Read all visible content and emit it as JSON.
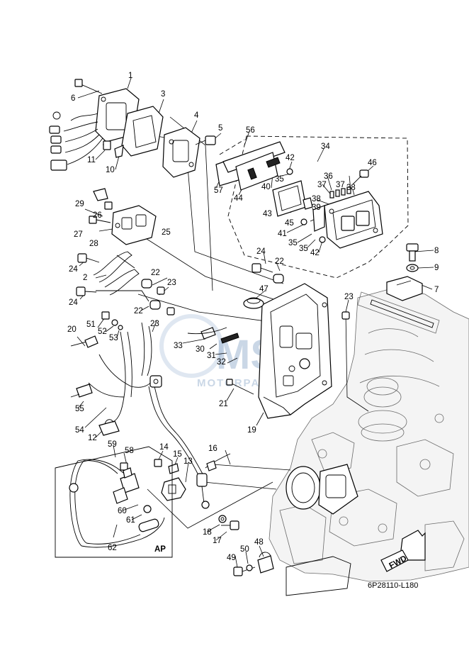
{
  "diagram": {
    "code": "6P28110-L180",
    "inset_label": "AP",
    "fwd_label": "FWD",
    "watermark": {
      "main": "MSP",
      "sub": "MOTORPARTS"
    },
    "callouts": [
      "1",
      "2",
      "3",
      "4",
      "5",
      "6",
      "7",
      "8",
      "9",
      "10",
      "11",
      "12",
      "13",
      "14",
      "15",
      "16",
      "17",
      "18",
      "19",
      "20",
      "21",
      "22",
      "23",
      "24",
      "25",
      "26",
      "27",
      "28",
      "29",
      "30",
      "31",
      "32",
      "33",
      "34",
      "35",
      "36",
      "37",
      "38",
      "39",
      "40",
      "41",
      "42",
      "43",
      "44",
      "45",
      "46",
      "47",
      "48",
      "49",
      "50",
      "51",
      "52",
      "53",
      "54",
      "55",
      "56",
      "57",
      "58",
      "59",
      "60",
      "61",
      "62"
    ]
  }
}
